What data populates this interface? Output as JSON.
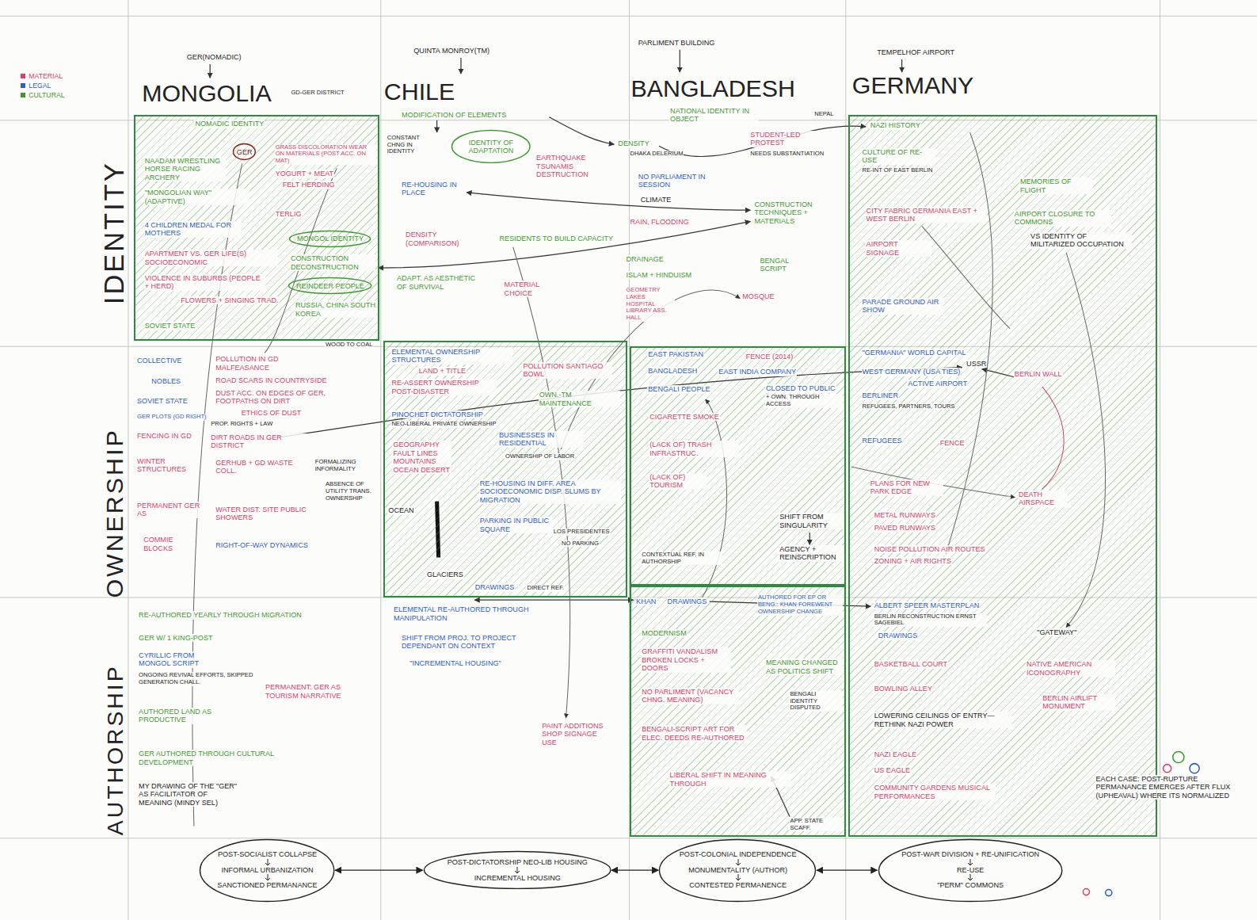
{
  "diagram": {
    "nodes": [
      {
        "text": [
          "NOMADIC IDENTITY",
          "GRASS DISCOLORATION WEAR ON MATERIALS (POST ACC. ON MAT)",
          "NAADAM WRESTLING HORSE RACING ARCHERY",
          "YOGURT + MEAT",
          "\"MONGOLIAN WAY\" (ADAPTIVE)",
          "FELT HERDING",
          "TERLIG",
          "4 CHILDREN MEDAL FOR MOTHERS",
          "APARTMENT VS. GER LIFE(S) SOCIOECONOMIC",
          "CONSTRUCTION DECONSTRUCTION",
          "VIOLENCE IN SUBURBS (PEOPLE + HERD)",
          "FLOWERS + SINGING TRAD.",
          "RUSSIA, CHINA SOUTH KOREA",
          "SOVIET STATE"
        ]
      },
      {
        "text": [
          "NAZI HISTORY",
          "CULTURE OF RE-USE",
          "RE-INT OF EAST BERLIN",
          "MEMORIES OF FLIGHT",
          "CITY FABRIC GERMANIA EAST + WEST BERLIN",
          "AIRPORT CLOSURE TO COMMONS",
          "VS IDENTITY OF MILITARIZED OCCUPATION",
          "AIRPORT SIGNAGE",
          "PARADE GROUND AIR SHOW",
          "\"GERMANIA\" WORLD CAPITAL",
          "USSR",
          "WEST GERMANY (USA TIES)",
          "BERLIN WALL",
          "ACTIVE AIRPORT",
          "BERLINER",
          "REFUGEES, PARTNERS, TOURS",
          "REFUGEES",
          "FENCE",
          "PLANS FOR NEW PARK EDGE",
          "DEATH AIRSPACE",
          "METAL RUNWAYS",
          "PAVED RUNWAYS",
          "NOISE POLLUTION AIR ROUTES",
          "ZONING + AIR RIGHTS",
          "ALBERT SPEER MASTERPLAN",
          "BERLIN RECONSTRUCTION ERNST SAGEBIEL",
          "DRAWINGS",
          "\"GATEWAY\"",
          "BASKETBALL COURT",
          "NATIVE AMERICAN ICONOGRAPHY",
          "BOWLING ALLEY",
          "BERLIN AIRLIFT MONUMENT",
          "LOWERING CEILINGS OF ENTRY—RETHINK NAZI POWER",
          "NAZI EAGLE",
          "US EAGLE",
          "COMMUNITY GARDENS MUSICAL PERFORMANCES"
        ]
      },
      {
        "text": [
          "IDENTITY OF ADAPTATION"
        ]
      },
      {
        "text": [
          "GER"
        ],
        "in": 0
      },
      {
        "text": [
          "MONGOL IDENTITY"
        ],
        "in": 0
      },
      {
        "text": [
          "REINDEER PEOPLE"
        ],
        "in": 0
      },
      {
        "text": [
          "ELEMENTAL OWNERSHIP STRUCTURES",
          "LAND + TITLE",
          "POLLUTION SANTIAGO BOWL",
          "RE-ASSERT OWNERSHIP POST-DISASTER",
          "OWN.-TM MAINTENANCE",
          "PINOCHET DICTATORSHIP",
          "NEO-LIBERAL PRIVATE OWNERSHIP",
          "BUSINESSES IN RESIDENTIAL",
          "GEOGRAPHY FAULT LINES MOUNTAINS OCEAN DESERT",
          "OWNERSHIP OF LABOR",
          "RE-HOUSING IN DIFF. AREA SOCIOECONOMIC DISP. SLUMS BY MIGRATION",
          "OCEAN",
          "PARKING IN PUBLIC SQUARE",
          "LOS PRESIDENTES",
          "NO PARKING",
          "GLACIERS",
          "DRAWINGS",
          "DIRECT REF."
        ]
      },
      {
        "text": [
          "EAST PAKISTAN",
          "FENCE (2014)",
          "BANGLADESH",
          "EAST INDIA COMPANY",
          "BENGALI PEOPLE",
          "CLOSED TO PUBLIC",
          "+ OWN. THROUGH ACCESS",
          "CIGARETTE SMOKE",
          "(LACK OF) TRASH INFRASTRUC.",
          "(LACK OF) TOURISM",
          "SHIFT FROM SINGULARITY",
          "AGENCY + REINSCRIPTION",
          "CONTEXTUAL REF. IN AUTHORSHIP"
        ]
      },
      {
        "text": [
          "KHAN",
          "DRAWINGS",
          "AUTHORED FOR EP OR BENG.: KHAN FOREWENT OWNERSHIP CHANGE",
          "MODERNISM",
          "GRAFFITI VANDALISM BROKEN LOCKS + DOORS",
          "MEANING CHANGED AS POLITICS SHIFT",
          "NO PARLIMENT (VACANCY CHNG. MEANING)",
          "BENGALI IDENTITY DISPUTED",
          "BENGALI-SCRIPT ART FOR ELEC. DEEDS RE-AUTHORED",
          "LIBERAL SHIFT IN MEANING THROUGH",
          "APP. STATE SCAFF."
        ]
      },
      {
        "text": [
          "POST-SOCIALIST COLLAPSE",
          "INFORMAL URBANIZATION",
          "SANCTIONED PERMANANCE"
        ]
      },
      {
        "text": [
          "POST-DICTATORSHIP NEO-LIB HOUSING",
          "INCREMENTAL HOUSING"
        ]
      },
      {
        "text": [
          "POST-COLONIAL INDEPENDENCE",
          "MONUMENTALITY (AUTHOR)",
          "CONTESTED PERMANENCE"
        ]
      },
      {
        "text": [
          "POST-WAR DIVISION + RE-UNIFICATION",
          "RE-USE",
          "\"PERM\" COMMONS"
        ]
      }
    ],
    "edges": [
      {
        "from": 9,
        "to": 10,
        "arrow": "both"
      },
      {
        "from": 10,
        "to": 11,
        "arrow": "both"
      },
      {
        "from": 11,
        "to": 12,
        "arrow": "both"
      }
    ],
    "labels": [
      "GER(NOMADIC)",
      "MONGOLIA",
      "GD-GER DISTRICT",
      "QUINTA MONROY(TM)",
      "CHILE",
      "PARLIMENT BUILDING",
      "BANGLADESH",
      "TEMPELHOF AIRPORT",
      "GERMANY",
      "IDENTITY",
      "OWNERSHIP",
      "AUTHORSHIP",
      "WOOD TO COAL",
      "COLLECTIVE",
      "NOBLES",
      "SOVIET STATE",
      "GER PLOTS (GD RIGHT)",
      "FENCING IN GD",
      "POLLUTION IN GD MALFEASANCE",
      "ROAD SCARS IN COUNTRYSIDE",
      "DUST ACC. ON EDGES OF GER, FOOTPATHS ON DIRT",
      "ETHICS OF DUST",
      "PROP. RIGHTS + LAW",
      "WINTER STRUCTURES",
      "DIRT ROADS IN GER DISTRICT",
      "GERHUB + GD WASTE COLL.",
      "FORMALIZING INFORMALITY",
      "ABSENCE OF UTILITY TRANS. OWNERSHIP",
      "PERMANENT GER AS",
      "WATER DIST. SITE PUBLIC SHOWERS",
      "COMMIE BLOCKS",
      "RIGHT-OF-WAY DYNAMICS",
      "MODIFICATION OF ELEMENTS",
      "CONSTANT CHNG IN IDENTITY",
      "EARTHQUAKE TSUNAMIS DESTRUCTION",
      "RE-HOUSING IN PLACE",
      "DENSITY (COMPARISON)",
      "RESIDENTS TO BUILD CAPACITY",
      "ADAPT. AS AESTHETIC OF SURVIVAL",
      "MATERIAL CHOICE",
      "NATIONAL IDENTITY IN OBJECT",
      "NEPAL",
      "STUDENT-LED PROTEST",
      "NEEDS SUBSTANTIATION",
      "DENSITY",
      "DHAKA DELERIUM",
      "NO PARLIAMENT IN SESSION",
      "CLIMATE",
      "CONSTRUCTION TECHNIQUES + MATERIALS",
      "RAIN, FLOODING",
      "BENGAL SCRIPT",
      "DRAINAGE",
      "ISLAM + HINDUISM",
      "MOSQUE",
      "GEOMETRY LAKES HOSPITAL LIBRARY ASS. HALL",
      "RE-AUTHORED YEARLY THROUGH MIGRATION",
      "GER W/ 1 KING-POST",
      "CYRILLIC FROM MONGOL SCRIPT",
      "ONGOING REVIVAL EFFORTS, SKIPPED GENERATION CHALL.",
      "PERMANENT: GER AS TOURISM NARRATIVE",
      "AUTHORED LAND AS PRODUCTIVE",
      "GER AUTHORED THROUGH CULTURAL DEVELOPMENT",
      "MY DRAWING OF THE \"GER\" AS FACILITATOR OF MEANING (MINDY SEL)",
      "ELEMENTAL RE-AUTHORED THROUGH MANIPULATION",
      "SHIFT FROM PROJ. TO PROJECT DEPENDANT ON CONTEXT",
      "\"INCREMENTAL HOUSING\"",
      "PAINT ADDITIONS SHOP SIGNAGE USE",
      "EACH CASE: POST-RUPTURE PERMANANCE EMERGES AFTER FLUX (UPHEAVAL) WHERE ITS NORMALIZED"
    ],
    "legend": [
      {
        "text": "MATERIAL",
        "color": "#d8406a"
      },
      {
        "text": "LEGAL",
        "color": "#2d5cc4"
      },
      {
        "text": "CULTURAL",
        "color": "#3d9a2c"
      }
    ]
  }
}
